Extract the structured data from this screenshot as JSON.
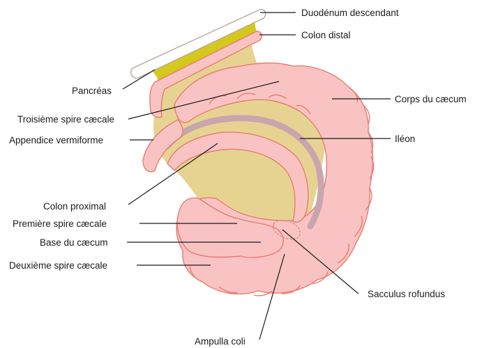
{
  "diagram": {
    "colors": {
      "gut_fill": "#f9c3c3",
      "gut_stroke": "#e87b6e",
      "mesentery_fill": "#e7d391",
      "pancreas_fill": "#d4c81e",
      "ileum_stroke": "#c7a6ad",
      "duodenum_fill": "#ffffff",
      "line": "#1a1a1a"
    },
    "labels": {
      "duodenum": "Duodénum descendant",
      "colon_distal": "Colon distal",
      "pancreas": "Pancréas",
      "corps_caecum": "Corps du cæcum",
      "troisieme_spire": "Troisième spire cæcale",
      "appendice": "Appendice vermiforme",
      "ileon": "Iléon",
      "colon_proximal": "Colon proximal",
      "premiere_spire": "Première spire cæcale",
      "base_caecum": "Base du cæcum",
      "deuxieme_spire": "Deuxième spire cæcale",
      "sacculus": "Sacculus rofundus",
      "ampulla": "Ampulla coli"
    }
  }
}
